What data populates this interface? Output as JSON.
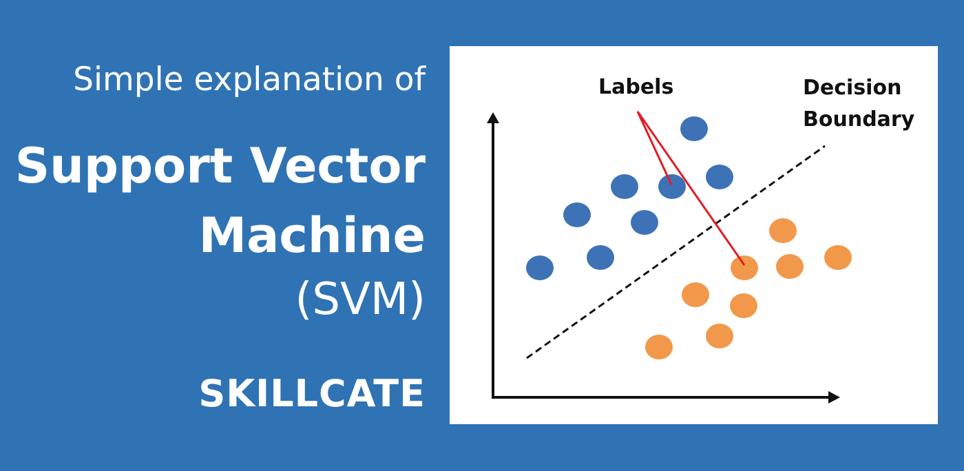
{
  "heading": {
    "subtitle": "Simple explanation of",
    "title_line1": "Support Vector",
    "title_line2": "Machine",
    "title_line3": "(SVM)",
    "brand": "SKILLCATE"
  },
  "diagram": {
    "annotations": {
      "labels": "Labels",
      "decision_line1": "Decision",
      "decision_line2": "Boundary"
    },
    "colors": {
      "background": "#2f73b4",
      "blue_class": "#3e72b6",
      "orange_class": "#f2984a",
      "pointer": "#e31b23",
      "boundary": "#111111"
    }
  }
}
